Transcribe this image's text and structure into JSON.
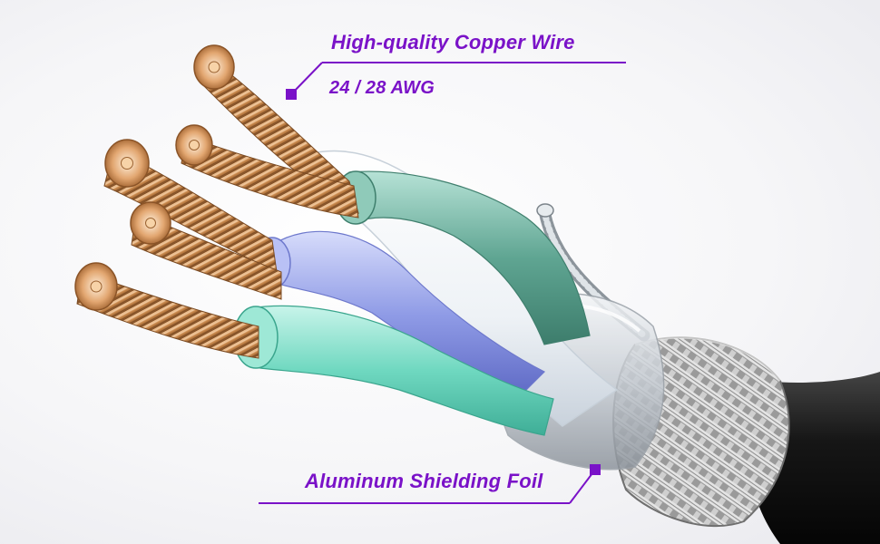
{
  "callouts": {
    "copper": {
      "title": "High-quality Copper Wire",
      "spec": "24 / 28 AWG"
    },
    "shielding": {
      "title": "Aluminum Shielding Foil"
    }
  },
  "colors": {
    "accent": "#7a12c8",
    "copper": "#c98a4e",
    "teal_insulation": "#5fa592",
    "mint_insulation": "#6fd8c0",
    "blue_insulation": "#8f9be6",
    "jacket": "#1c1c1c",
    "braid": "#bdbdbd"
  }
}
